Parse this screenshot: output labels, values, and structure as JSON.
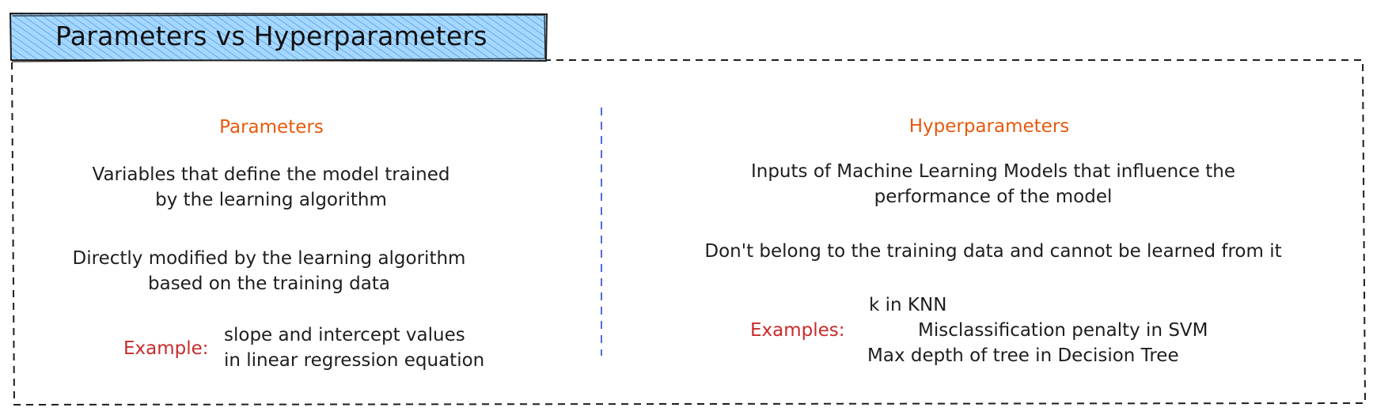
{
  "title": "Parameters vs Hyperparameters",
  "colors": {
    "title_fill": "#a5d8ff",
    "title_hatch": "#4a90e2",
    "heading": "#e8590c",
    "example_label": "#c92a2a",
    "divider": "#3b5bdb",
    "border": "#1e1e1e",
    "text": "#1e1e1e"
  },
  "parameters": {
    "heading": "Parameters",
    "definition": [
      "Variables that define the model trained",
      "by the learning algorithm"
    ],
    "property": [
      "Directly modified by the learning algorithm",
      "based on the training data"
    ],
    "example_label": "Example:",
    "example": [
      "slope and intercept values",
      "in linear regression equation"
    ]
  },
  "hyperparameters": {
    "heading": "Hyperparameters",
    "definition": [
      "Inputs of Machine Learning Models that influence the",
      "performance of the model"
    ],
    "property": "Don't belong to the training data and cannot be learned from it",
    "examples_label": "Examples:",
    "examples": [
      "k in KNN",
      "Misclassification penalty in SVM",
      "Max depth of tree in Decision Tree"
    ]
  }
}
